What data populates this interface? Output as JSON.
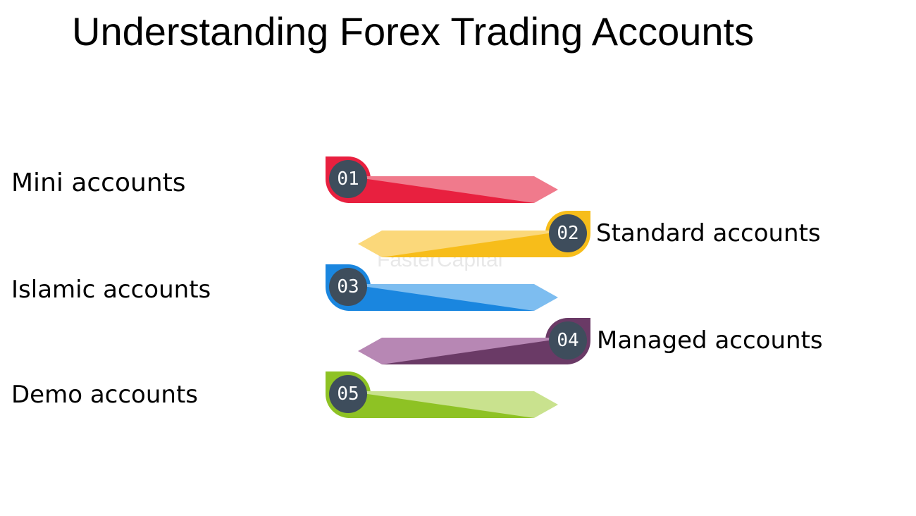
{
  "title": "Understanding Forex Trading Accounts",
  "watermark": "FasterCapital",
  "items": [
    {
      "number": "01",
      "label": "Mini accounts",
      "color": "#e8203f",
      "light": "#f07a8c",
      "direction": "right"
    },
    {
      "number": "02",
      "label": "Standard accounts",
      "color": "#f7bd1a",
      "light": "#fbd87a",
      "direction": "left"
    },
    {
      "number": "03",
      "label": "Islamic accounts",
      "color": "#1a86df",
      "light": "#7dbdf0",
      "direction": "right"
    },
    {
      "number": "04",
      "label": "Managed accounts",
      "color": "#6a3a66",
      "light": "#b787b4",
      "direction": "left"
    },
    {
      "number": "05",
      "label": "Demo accounts",
      "color": "#8ec224",
      "light": "#c9e28e",
      "direction": "right"
    }
  ],
  "badge_color": "#3e4d5c"
}
